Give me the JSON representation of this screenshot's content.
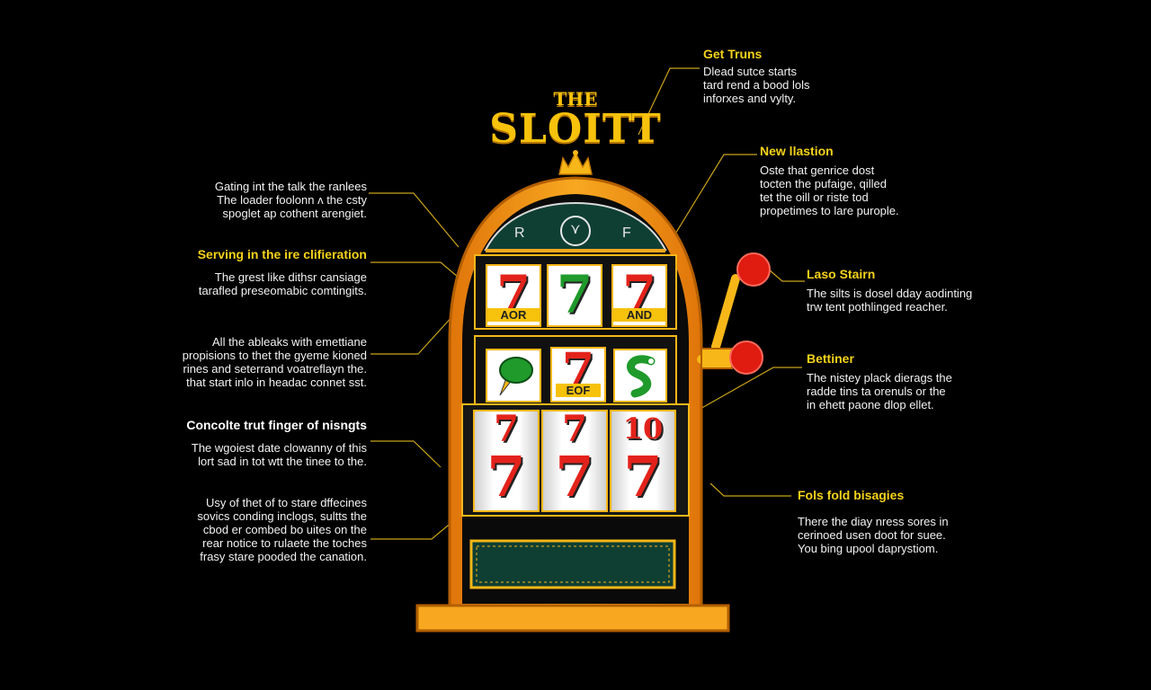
{
  "title": {
    "small": "THE",
    "big": "SLOITT"
  },
  "dial": {
    "left": "R",
    "center": "⋎",
    "right": "F"
  },
  "reels": {
    "row1": [
      {
        "symbol": "7",
        "tag": "AOR"
      },
      {
        "symbol": "7",
        "tag": ""
      },
      {
        "symbol": "7",
        "tag": "AND"
      }
    ],
    "row2": [
      {
        "symbol": "",
        "tag": ""
      },
      {
        "symbol": "7",
        "tag": "EOF"
      },
      {
        "symbol": "",
        "tag": ""
      }
    ],
    "row3": [
      {
        "top": "7",
        "bottom": "7"
      },
      {
        "top": "7",
        "bottom": "7"
      },
      {
        "top": "10",
        "bottom": "7"
      }
    ]
  },
  "left_callouts": [
    {
      "title": "",
      "body": "Gating int the talk the ranlees\nThe loader foolonn ᴧ the csty\nspoglet ap cothent arengiet."
    },
    {
      "title": "Serving in the ire clifieration",
      "body": "The grest like dithsr cansiage\ntarafled preseomabic comtingits."
    },
    {
      "title": "",
      "body": "All the ableaks with emettiane\npropisions to thet the gyeme kioned\nrines and seterrand voatreflayn the.\nthat start inlo in headac connet sst."
    },
    {
      "title": "Concolte trut finger of nisngts",
      "body": "The wgoiest date clowanny of this\nlort sad in tot wtt the tinee to the."
    },
    {
      "title": "",
      "body": "Usy of thet of to stare dffecines\nsovics conding inclogs, sultts the\ncbod er combed bo uites on the\nrear notice to rulaete the toches\nfrasy stare pooded the canation."
    }
  ],
  "right_callouts": [
    {
      "title": "Get Truns",
      "body": "Dlead sutce starts\ntard rend a bood lols\ninforxes and vylty."
    },
    {
      "title": "New llastion",
      "body": "Oste that genrice dost\ntocten the pufaige, qilled\ntet the oill or riste tod\npropetimes to lare purople."
    },
    {
      "title": "Laso Stairn",
      "body": "The silts is dosel dday aodinting\ntrw tent pothlinged reacher."
    },
    {
      "title": "Bettiner",
      "body": "The nistey plack dierags the\nradde tins ta orenuls or the\nin ehett paone dlop ellet."
    },
    {
      "title": "Fols fold bisagies",
      "body": "There the diay nress sores in\ncerinoed usen doot for suee.\nYou bing upool daprystiom."
    }
  ],
  "colors": {
    "frame_orange": "#f08a0c",
    "frame_gold": "#f7b718",
    "accent_yellow": "#f5d21a",
    "seven_red": "#e3231b",
    "seven_green": "#1f9a2b",
    "panel_green": "#0f3f33",
    "knob_red": "#e01b10"
  }
}
